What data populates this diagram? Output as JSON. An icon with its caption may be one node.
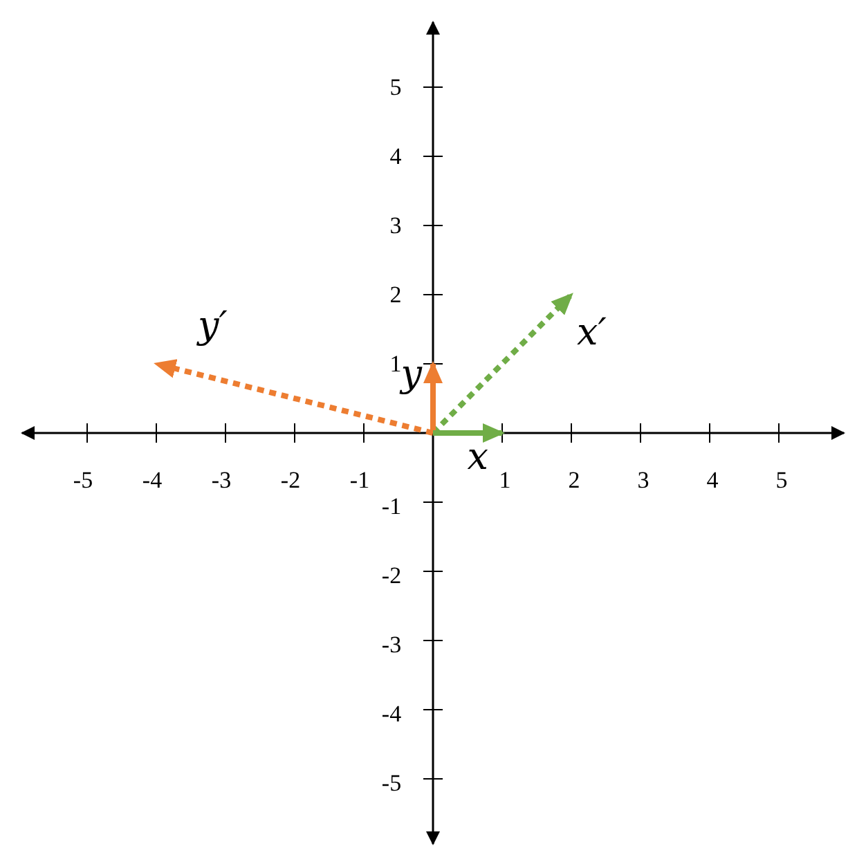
{
  "diagram": {
    "nodes": [
      {
        "text": [
          "y′"
        ]
      },
      {
        "text": [
          "x′"
        ]
      },
      {
        "text": [
          "y"
        ]
      },
      {
        "text": [
          "x"
        ]
      }
    ],
    "edges": [
      {
        "from": null,
        "to": 0,
        "arrow": "to",
        "style": "dashed",
        "color": "#ed7d31"
      },
      {
        "from": null,
        "to": 1,
        "arrow": "to",
        "style": "dashed",
        "color": "#70ad47"
      },
      {
        "from": null,
        "to": 2,
        "arrow": "to",
        "color": "#ed7d31"
      },
      {
        "from": null,
        "to": 3,
        "arrow": "to",
        "color": "#70ad47"
      }
    ],
    "labels": [
      "5",
      "4",
      "3",
      "2",
      "1",
      "-5",
      "-4",
      "-3",
      "-2",
      "-1",
      "1",
      "2",
      "3",
      "4",
      "5",
      "-1",
      "-2",
      "-3",
      "-4",
      "-5"
    ]
  }
}
